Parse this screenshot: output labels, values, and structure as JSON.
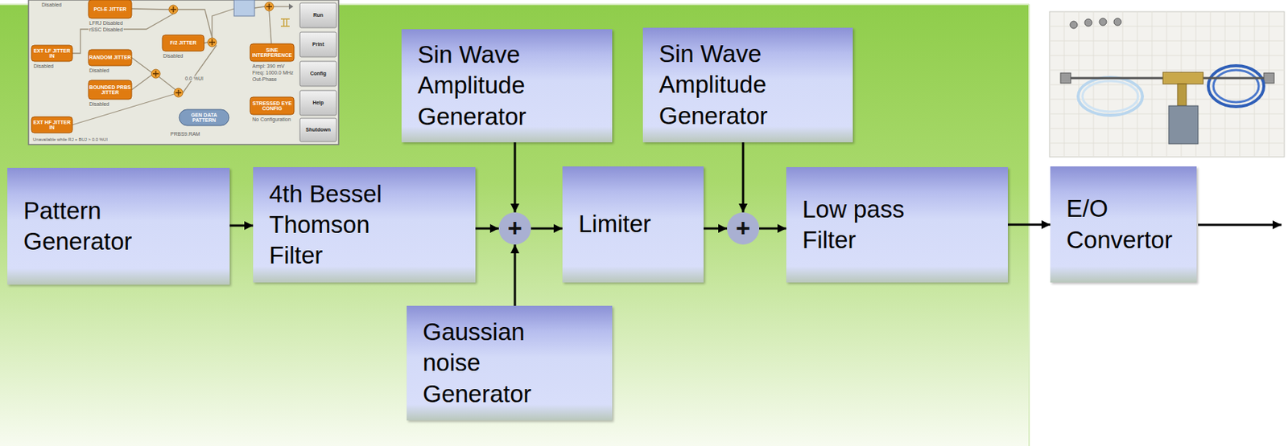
{
  "diagram": {
    "nodes": [
      {
        "text": [
          "Pattern Generator"
        ]
      },
      {
        "text": [
          "4th Bessel Thomson Filter"
        ]
      },
      {
        "text": [
          "Sin Wave Amplitude Generator"
        ]
      },
      {
        "text": [
          "+"
        ]
      },
      {
        "text": [
          "Gaussian noise Generator"
        ]
      },
      {
        "text": [
          "Limiter"
        ]
      },
      {
        "text": [
          "Sin Wave Amplitude Generator"
        ]
      },
      {
        "text": [
          "+"
        ]
      },
      {
        "text": [
          "Low pass Filter"
        ]
      },
      {
        "text": [
          "E/O Convertor"
        ]
      }
    ],
    "edges": [
      {
        "from": 0,
        "to": 1,
        "arrow": "to"
      },
      {
        "from": 1,
        "to": 3,
        "arrow": "to"
      },
      {
        "from": 2,
        "to": 3,
        "arrow": "to"
      },
      {
        "from": 4,
        "to": 3,
        "arrow": "to"
      },
      {
        "from": 3,
        "to": 5,
        "arrow": "to"
      },
      {
        "from": 5,
        "to": 7,
        "arrow": "to"
      },
      {
        "from": 6,
        "to": 7,
        "arrow": "to"
      },
      {
        "from": 7,
        "to": 8,
        "arrow": "to"
      },
      {
        "from": 8,
        "to": 9,
        "arrow": "to"
      }
    ],
    "labels": [
      "Disabled",
      "PCI-E JITTER",
      "LFRJ Disabled",
      "rSSC Disabled",
      "EXT LF JITTER IN",
      "Disabled",
      "F/2 JITTER",
      "Disabled",
      "RANDOM JITTER",
      "Disabled",
      "0.0 %UI",
      "BOUNDED PRBS JITTER",
      "Disabled",
      "EXT HF JITTER IN",
      "GEN DATA PATTERN",
      "PRBS9.RAM",
      "Unavailable while RJ + BUJ > 0.0 %UI",
      "SINE INTERFERENCE",
      "Ampl: 390 mV",
      "Freq: 1000.0 MHz",
      "Out-Phase",
      "STRESSED EYE CONFIG",
      "No Configuration",
      "Run",
      "Print",
      "Config",
      "Help",
      "Shutdown"
    ]
  }
}
